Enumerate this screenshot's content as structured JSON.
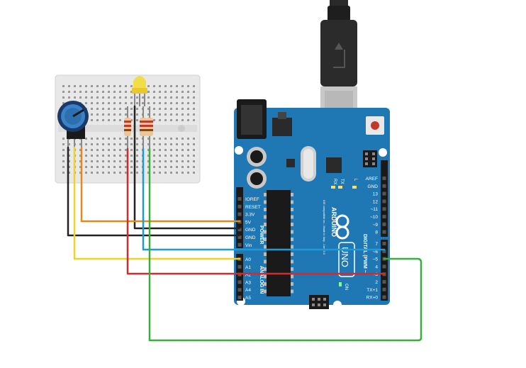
{
  "board": {
    "brand": "ARDUINO",
    "model": "UNO",
    "tiny_text": "IDE compatible on - Made in Italy - 1rev 3.0",
    "power_pins": [
      "IOREF",
      "RESET",
      "3.3V",
      "5V",
      "GND",
      "GND",
      "Vin"
    ],
    "analog_pins": [
      "A0",
      "A1",
      "A2",
      "A3",
      "A4",
      "A5"
    ],
    "digital_pins": [
      "AREF",
      "GND",
      "13",
      "12",
      "~11",
      "~10",
      "~9",
      "8",
      "7",
      "~6",
      "~5",
      "4",
      "~3",
      "2",
      "TX+1",
      "RX+0"
    ],
    "section_power": "POWER",
    "section_analog": "ANALOG IN",
    "section_digital": "DIGITAL (PWM ~)",
    "led_tx": "TX",
    "led_rx": "RX",
    "led_l": "L",
    "led_on": "ON"
  },
  "components": {
    "breadboard": "breadboard",
    "potentiometer": "potentiometer",
    "led": "yellow led",
    "resistors": [
      "resistor",
      "resistor",
      "resistor"
    ],
    "usb_cable": "usb cable"
  },
  "wire_colors": {
    "black": "#222222",
    "orange": "#e08a1e",
    "yellow": "#f0d22a",
    "red": "#d42a2a",
    "blue": "#1e9ad6",
    "green": "#3aae3a"
  },
  "colors": {
    "board": "#1f78b4",
    "board_dark": "#155b8c",
    "breadboard": "#e8e8e8"
  }
}
